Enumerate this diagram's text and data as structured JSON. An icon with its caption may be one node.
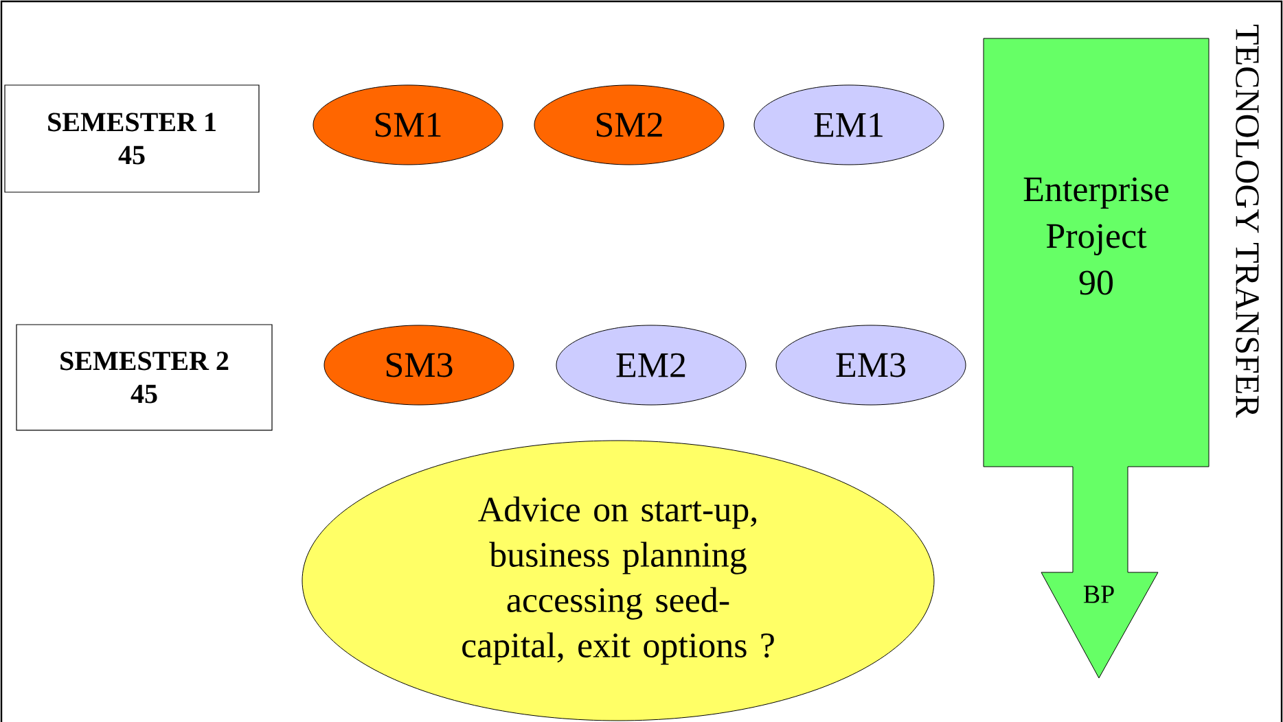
{
  "diagram": {
    "nodes": [
      {
        "text": [
          "SEMESTER 1",
          "45"
        ]
      },
      {
        "text": [
          "SM1"
        ]
      },
      {
        "text": [
          "SM2"
        ]
      },
      {
        "text": [
          "EM1"
        ]
      },
      {
        "text": [
          "SEMESTER 2",
          "45"
        ]
      },
      {
        "text": [
          "SM3"
        ]
      },
      {
        "text": [
          "EM2"
        ]
      },
      {
        "text": [
          "EM3"
        ]
      },
      {
        "text": [
          "Advice on start-up, business planning accessing seed-capital, exit options ?"
        ]
      },
      {
        "text": [
          "Enterprise Project 90",
          "BP"
        ]
      }
    ],
    "labels": [
      "TECNOLOGY TRANSFER"
    ]
  }
}
